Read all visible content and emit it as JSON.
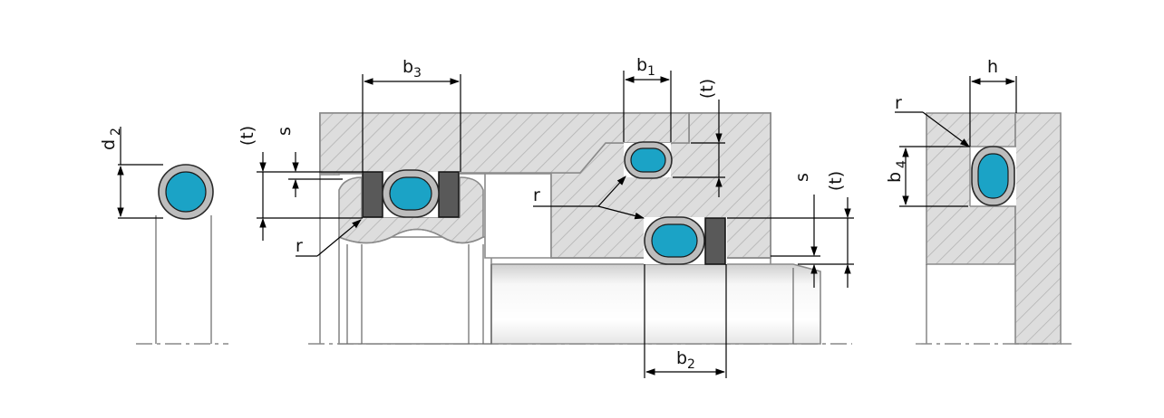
{
  "labels": {
    "d2": "d",
    "d2_sub": "2",
    "b3": "b",
    "b3_sub": "3",
    "b1": "b",
    "b1_sub": "1",
    "b2": "b",
    "b2_sub": "2",
    "b4": "b",
    "b4_sub": "4",
    "h": "h",
    "s": "s",
    "t": "(t)",
    "r": "r"
  },
  "colors": {
    "seal_core": "#1ba3c6",
    "seal_shell": "#bdbdbd",
    "backup_ring": "#595959",
    "hatch_fill": "#dddddd",
    "hatch_line": "#b3b3b3",
    "outline": "#8a8a8a"
  }
}
